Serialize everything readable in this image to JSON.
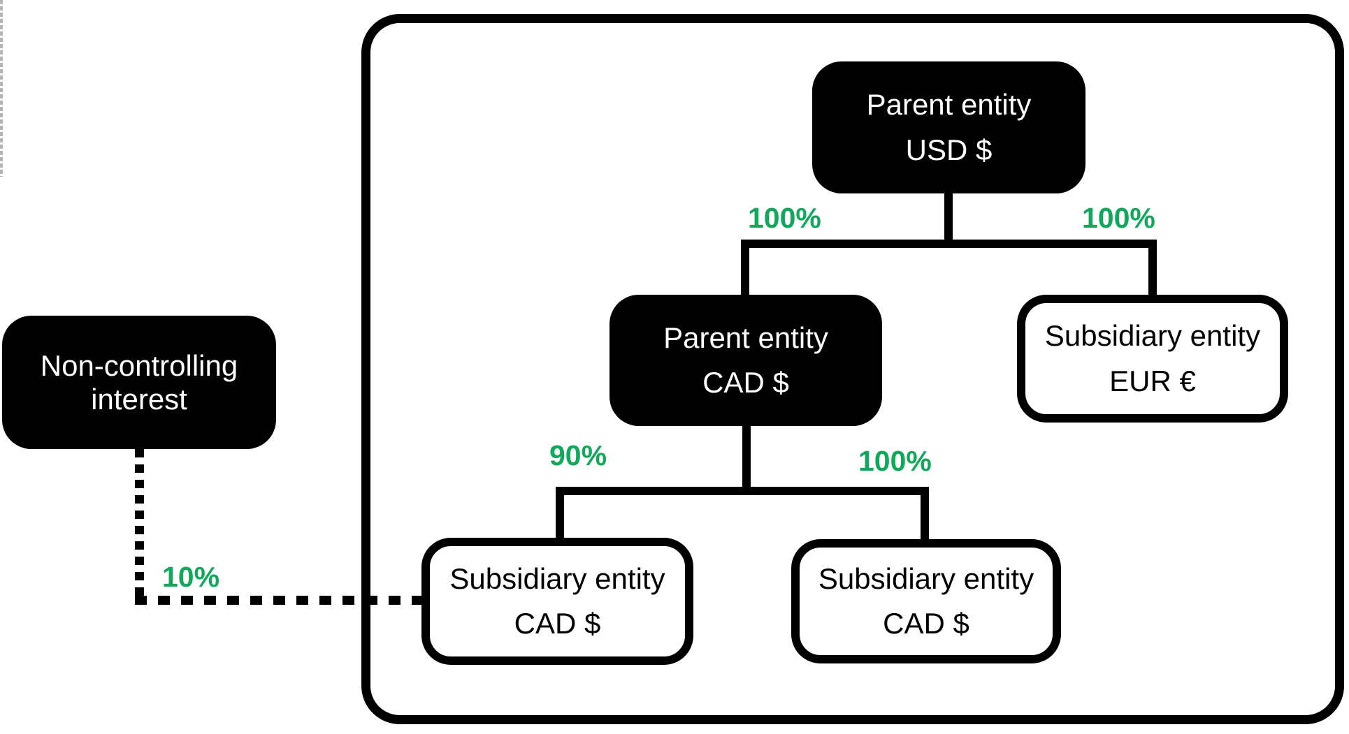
{
  "diagram": {
    "kind": "group-structure-tree",
    "description_of_boundary": "consolidation group boundary"
  },
  "nodes": {
    "parent_usd": {
      "line1": "Parent entity",
      "line2": "USD $",
      "style": "black",
      "inside_group": true
    },
    "parent_cad": {
      "line1": "Parent entity",
      "line2": "CAD $",
      "style": "black",
      "inside_group": true
    },
    "sub_eur": {
      "line1": "Subsidiary entity",
      "line2": "EUR €",
      "style": "white",
      "inside_group": true
    },
    "sub_cad_left": {
      "line1": "Subsidiary entity",
      "line2": "CAD $",
      "style": "white",
      "inside_group": true
    },
    "sub_cad_right": {
      "line1": "Subsidiary entity",
      "line2": "CAD $",
      "style": "white",
      "inside_group": true
    },
    "nci": {
      "line1": "Non-controlling",
      "line2": "interest",
      "style": "black",
      "inside_group": false
    }
  },
  "edges": [
    {
      "from": "parent_usd",
      "to": "parent_cad",
      "label": "100%",
      "style": "solid"
    },
    {
      "from": "parent_usd",
      "to": "sub_eur",
      "label": "100%",
      "style": "solid"
    },
    {
      "from": "parent_cad",
      "to": "sub_cad_left",
      "label": "90%",
      "style": "solid"
    },
    {
      "from": "parent_cad",
      "to": "sub_cad_right",
      "label": "100%",
      "style": "solid"
    },
    {
      "from": "nci",
      "to": "sub_cad_left",
      "label": "10%",
      "style": "dotted"
    }
  ],
  "colors": {
    "accent_green": "#10a85a",
    "node_black": "#000000",
    "node_text_on_dark": "#ffffff",
    "line_black": "#000000",
    "edge_dash_gray": "#b4b4af"
  }
}
